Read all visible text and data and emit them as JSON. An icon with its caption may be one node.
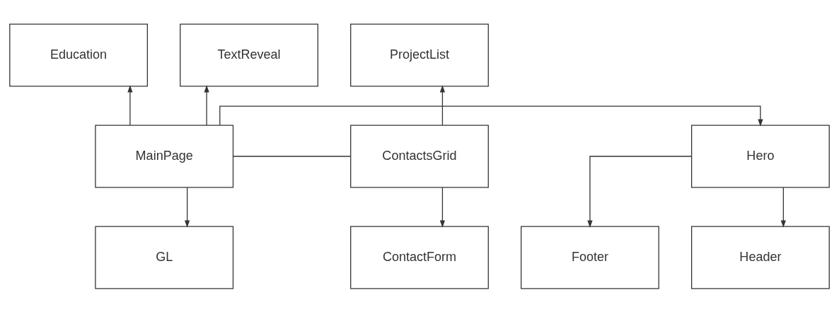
{
  "diagram": {
    "nodes": [
      {
        "text": [
          "Education"
        ]
      },
      {
        "text": [
          "TextReveal"
        ]
      },
      {
        "text": [
          "ProjectList"
        ]
      },
      {
        "text": [
          "ContactsGrid"
        ]
      },
      {
        "text": [
          "MainPage"
        ]
      },
      {
        "text": [
          "Hero"
        ]
      },
      {
        "text": [
          "ContactForm"
        ]
      },
      {
        "text": [
          "Footer"
        ]
      },
      {
        "text": [
          "GL"
        ]
      },
      {
        "text": [
          "Header"
        ]
      }
    ],
    "edges": [
      {
        "from": 4,
        "to": 0,
        "arrow": "to"
      },
      {
        "from": 4,
        "to": 1,
        "arrow": "to"
      },
      {
        "from": 3,
        "to": 2,
        "arrow": "to"
      },
      {
        "from": 3,
        "to": 6,
        "arrow": "to"
      },
      {
        "from": 4,
        "to": 3,
        "arrow": "none"
      },
      {
        "from": 4,
        "to": 5,
        "arrow": "to"
      },
      {
        "from": 5,
        "to": 7,
        "arrow": "to"
      },
      {
        "from": 4,
        "to": 8,
        "arrow": "to"
      },
      {
        "from": 5,
        "to": 9,
        "arrow": "to"
      }
    ]
  }
}
